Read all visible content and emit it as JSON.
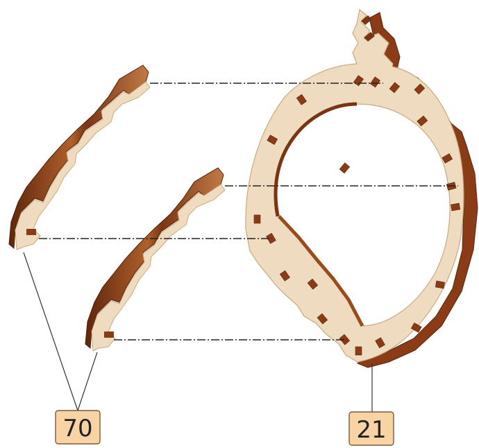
{
  "callouts": [
    {
      "id": "segment",
      "number": "70"
    },
    {
      "id": "ring",
      "number": "21"
    }
  ],
  "colors": {
    "wood_face": "#efdcc0",
    "wood_face_edge": "#d9bf98",
    "wood_edge_dark": "#6a2e10",
    "wood_edge_mid": "#9a4a1c",
    "wood_edge_light": "#c8773f",
    "label_fill": "#f8d3a4",
    "label_stroke": "#7a5a3a",
    "leader_line": "#333333",
    "guide_line": "#222222"
  }
}
